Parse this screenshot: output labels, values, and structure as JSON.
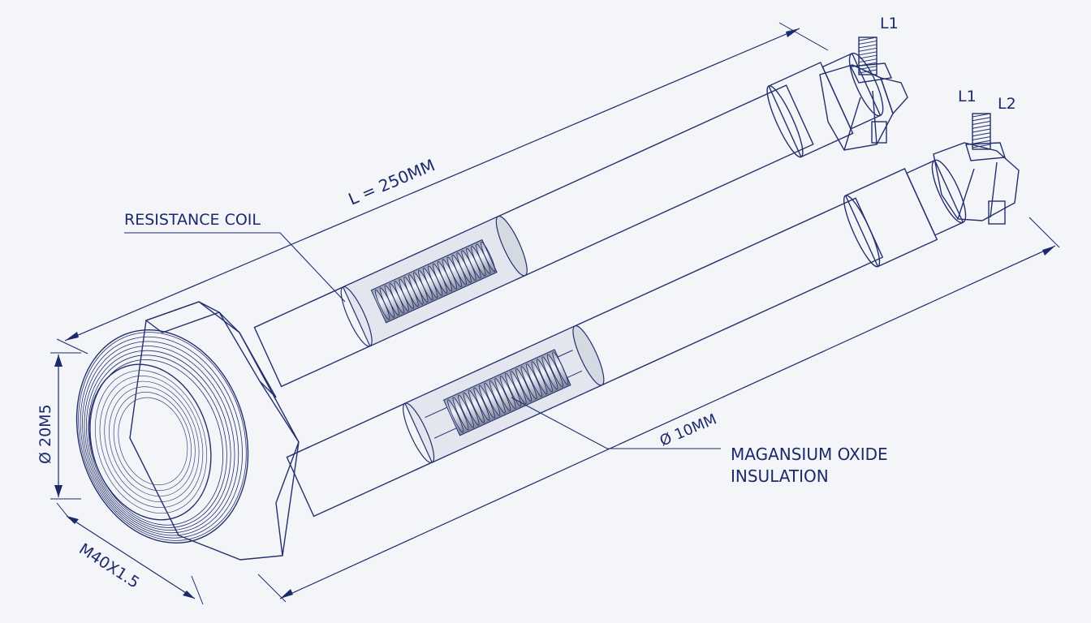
{
  "labels": {
    "length": "L = 250MM",
    "coil": "RESISTANCE COIL",
    "oxide_line1": "MAGANSIUM OXIDE",
    "oxide_line2": "INSULATION",
    "tube_dia": "Ø 10MM",
    "head_dia": "Ø 20M5",
    "thread": "M40X1.5",
    "term_top": "L1",
    "term_mid": "L1",
    "term_right": "L2"
  },
  "colors": {
    "ink": "#1c2a6b",
    "steel_light": "#eef1f6",
    "steel_mid": "#c5cad5",
    "steel_dark": "#8a91a3",
    "background": "#f3f5f8"
  }
}
